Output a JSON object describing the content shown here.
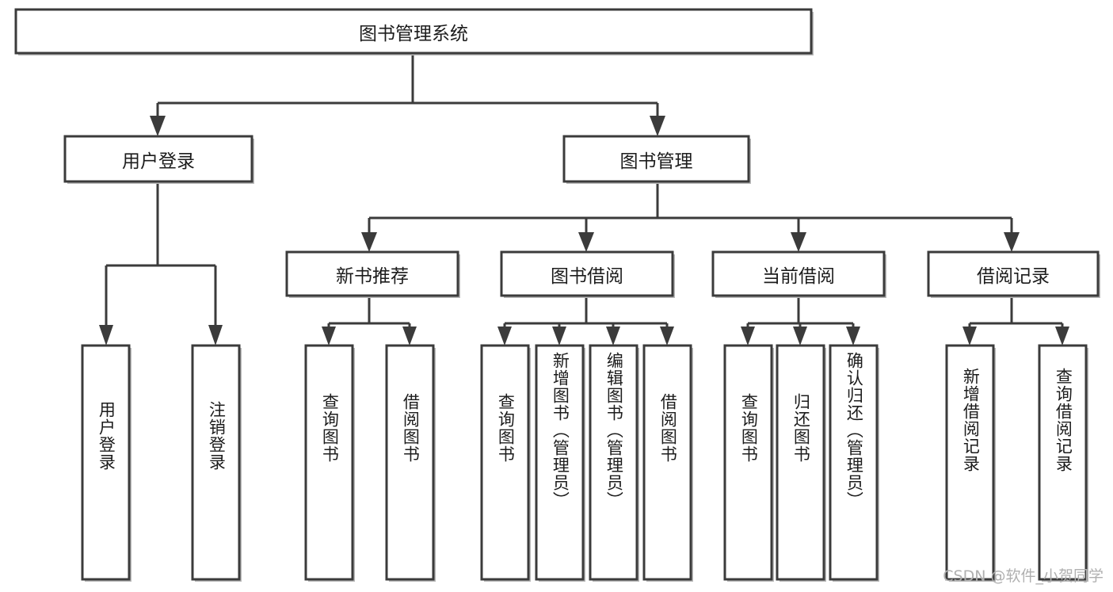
{
  "diagram": {
    "type": "tree",
    "title": "图书管理系统",
    "watermark": "CSDN @软件_小贺同学",
    "root": {
      "id": "root",
      "label": "图书管理系统",
      "orientation": "horizontal"
    },
    "level1": [
      {
        "id": "user-login",
        "label": "用户登录",
        "orientation": "horizontal"
      },
      {
        "id": "book-manage",
        "label": "图书管理",
        "orientation": "horizontal"
      }
    ],
    "level2": [
      {
        "id": "new-book-recommend",
        "label": "新书推荐",
        "parent": "book-manage",
        "orientation": "horizontal"
      },
      {
        "id": "book-borrow",
        "label": "图书借阅",
        "parent": "book-manage",
        "orientation": "horizontal"
      },
      {
        "id": "current-borrow",
        "label": "当前借阅",
        "parent": "book-manage",
        "orientation": "horizontal"
      },
      {
        "id": "borrow-record",
        "label": "借阅记录",
        "parent": "book-manage",
        "orientation": "horizontal"
      }
    ],
    "leaves": [
      {
        "id": "leaf-user-login",
        "label": "用户登录",
        "parent": "user-login",
        "orientation": "vertical"
      },
      {
        "id": "leaf-user-logout",
        "label": "注销登录",
        "parent": "user-login",
        "orientation": "vertical"
      },
      {
        "id": "leaf-query-book-1",
        "label": "查询图书",
        "parent": "new-book-recommend",
        "orientation": "vertical"
      },
      {
        "id": "leaf-borrow-book-1",
        "label": "借阅图书",
        "parent": "new-book-recommend",
        "orientation": "vertical"
      },
      {
        "id": "leaf-query-book-2",
        "label": "查询图书",
        "parent": "book-borrow",
        "orientation": "vertical"
      },
      {
        "id": "leaf-add-book",
        "label": "新增图书（管理员）",
        "parent": "book-borrow",
        "orientation": "vertical"
      },
      {
        "id": "leaf-edit-book",
        "label": "编辑图书（管理员）",
        "parent": "book-borrow",
        "orientation": "vertical"
      },
      {
        "id": "leaf-borrow-book-2",
        "label": "借阅图书",
        "parent": "book-borrow",
        "orientation": "vertical"
      },
      {
        "id": "leaf-query-book-3",
        "label": "查询图书",
        "parent": "current-borrow",
        "orientation": "vertical"
      },
      {
        "id": "leaf-return-book",
        "label": "归还图书",
        "parent": "current-borrow",
        "orientation": "vertical"
      },
      {
        "id": "leaf-confirm-return",
        "label": "确认归还（管理员）",
        "parent": "current-borrow",
        "orientation": "vertical"
      },
      {
        "id": "leaf-add-record",
        "label": "新增借阅记录",
        "parent": "borrow-record",
        "orientation": "vertical"
      },
      {
        "id": "leaf-query-record",
        "label": "查询借阅记录",
        "parent": "borrow-record",
        "orientation": "vertical"
      }
    ],
    "colors": {
      "box_stroke": "#3b3b3b",
      "box_fill": "#ffffff",
      "connector": "#3b3b3b",
      "text": "#1c1c1c",
      "shadow": "#b9b9b9",
      "watermark": "#b0b0b0",
      "background": "#ffffff"
    }
  }
}
